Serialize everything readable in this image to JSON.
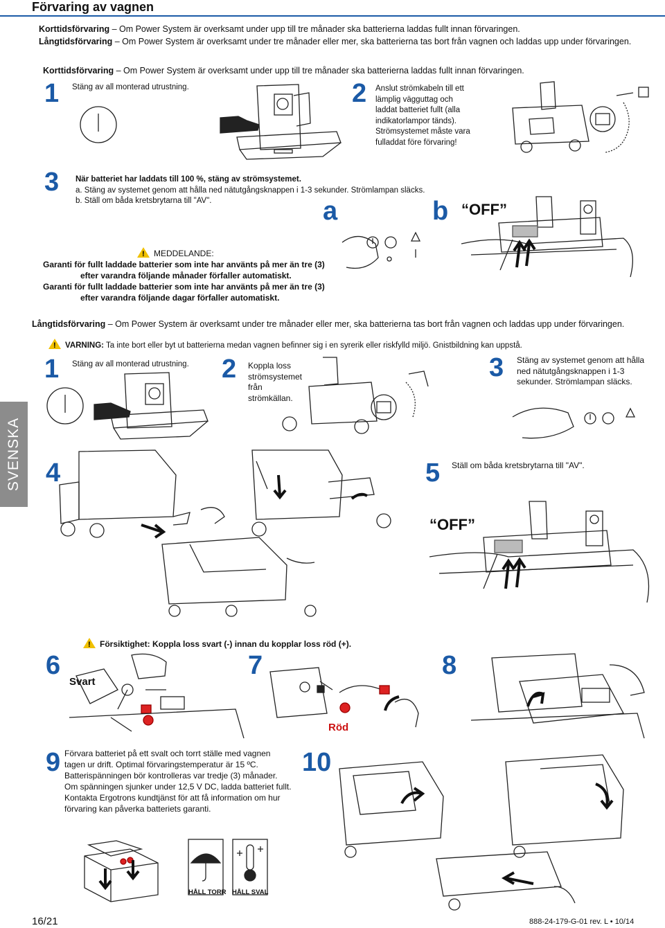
{
  "header": {
    "title": "Förvaring av vagnen"
  },
  "intro": {
    "short_label": "Korttidsförvaring",
    "short_text": " – Om Power System är overksamt under upp till tre månader ska batterierna laddas fullt innan förvaringen.",
    "long_label": "Långtidsförvaring",
    "long_text": " – Om Power System är overksamt under tre månader eller mer, ska batterierna tas bort från vagnen och laddas upp under förvaringen."
  },
  "short_section": {
    "label": "Korttidsförvaring",
    "text": " – Om Power System är overksamt under upp till tre månader ska batterierna laddas fullt innan förvaringen.",
    "steps": [
      {
        "num": "1",
        "text": "Stäng av all monterad utrustning."
      },
      {
        "num": "2",
        "lines": [
          "Anslut strömkabeln till ett",
          "lämplig vägguttag och",
          "laddat batteriet fullt (alla",
          "indikatorlampor tänds).",
          "Strömsystemet måste vara",
          "fulladdat före förvaring!"
        ]
      },
      {
        "num": "3",
        "lines": [
          "När batteriet har laddats till 100 %, stäng av strömsystemet.",
          "a. Stäng av systemet genom att hålla ned nätutgångsknappen i 1-3 sekunder. Strömlampan släcks.",
          "b. Ställ om båda kretsbrytarna till \"AV\"."
        ]
      }
    ],
    "letter_a": "a",
    "letter_b": "b",
    "off_label": "“OFF”",
    "notice": {
      "title": "MEDDELANDE:",
      "lines": [
        "Garanti för fullt laddade batterier som inte har använts på mer än tre (3)",
        "efter varandra följande månader förfaller automatiskt.",
        "Garanti för fullt laddade batterier som inte har använts på mer än tre (3)",
        "efter varandra följande dagar förfaller automatiskt."
      ]
    }
  },
  "long_section": {
    "label": "Långtidsförvaring",
    "text": " – Om Power System är overksamt under tre månader eller mer, ska batterierna tas bort från vagnen och laddas upp under förvaringen.",
    "warning_label": "VARNING:",
    "warning_text": " Ta inte bort eller byt ut batterierna medan vagnen befinner sig i en syrerik eller riskfylld miljö. Gnistbildning kan uppstå.",
    "steps": [
      {
        "num": "1",
        "text": "Stäng av all monterad utrustning."
      },
      {
        "num": "2",
        "lines": [
          "Koppla loss",
          "strömsystemet",
          "från",
          "strömkällan."
        ]
      },
      {
        "num": "3",
        "lines": [
          "Stäng av systemet genom att hålla",
          "ned nätutgångsknappen i 1-3",
          "sekunder. Strömlampan släcks."
        ]
      },
      {
        "num": "4"
      },
      {
        "num": "5",
        "text": "Ställ om båda kretsbrytarna till \"AV\"."
      },
      {
        "num": "6"
      },
      {
        "num": "7"
      },
      {
        "num": "8"
      },
      {
        "num": "9",
        "lines": [
          "Förvara batteriet på ett svalt och torrt ställe med vagnen",
          "tagen ur drift. Optimal förvaringstemperatur är 15 ºC.",
          "Batterispänningen bör kontrolleras var tredje (3) månader.",
          "Om spänningen sjunker under 12,5 V DC, ladda batteriet fullt.",
          "Kontakta Ergotrons kundtjänst för att få information om hur",
          "förvaring kan påverka batteriets garanti."
        ]
      },
      {
        "num": "10"
      }
    ],
    "off_label": "“OFF”",
    "caution": "Försiktighet: Koppla loss svart (-) innan du kopplar loss röd (+).",
    "svart": "Svart",
    "rod": "Röd",
    "hall_torr": "HÅLL TORR",
    "hall_sval": "HÅLL SVAL"
  },
  "side_tab": "SVENSKA",
  "footer": {
    "page": "16/21",
    "docnum": "888-24-179-G-01 rev. L • 10/14"
  }
}
